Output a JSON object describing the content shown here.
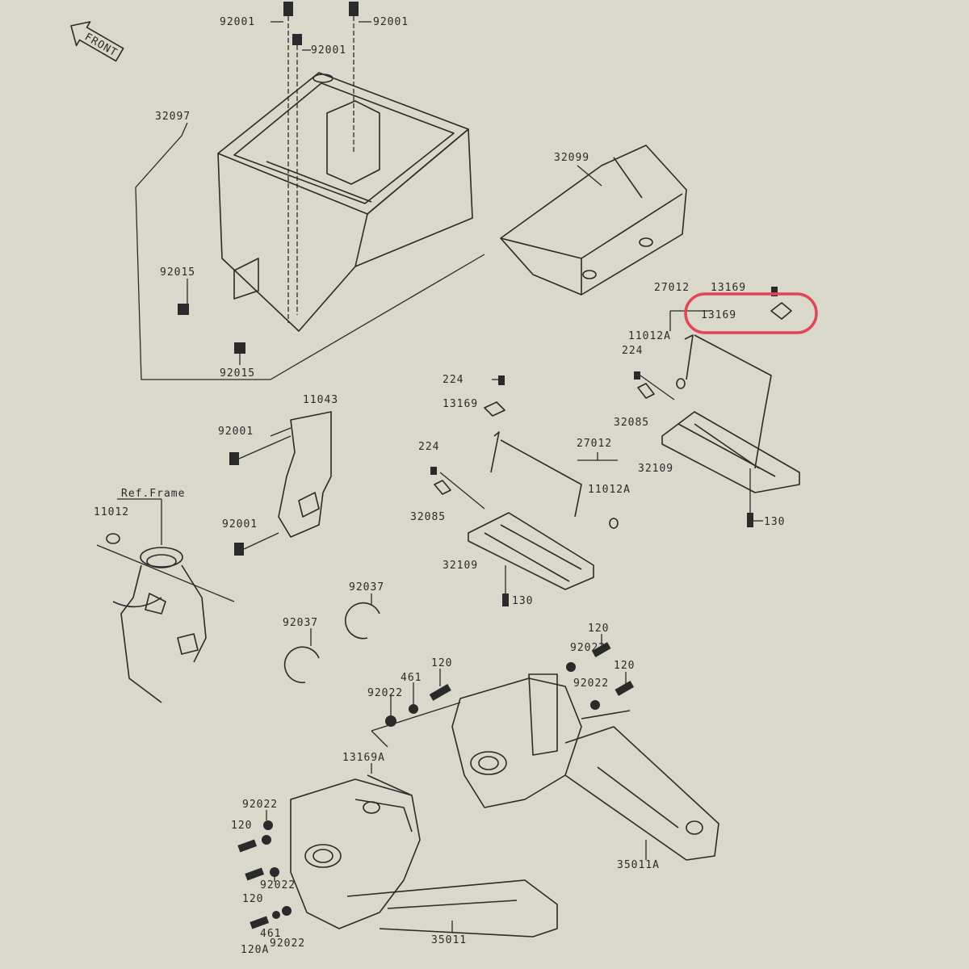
{
  "front_label": "FRONT",
  "ref_frame_label": "Ref.Frame",
  "highlight_color": "#e0455a",
  "labels": {
    "l92001_a": "92001",
    "l92001_b": "92001",
    "l92001_c": "92001",
    "l32097": "32097",
    "l92015_a": "92015",
    "l92015_b": "92015",
    "l32099": "32099",
    "l27012_a": "27012",
    "l13169_top": "13169",
    "l13169_hl": "13169",
    "l11012A_a": "11012A",
    "l224_a": "224",
    "l32085_a": "32085",
    "l32109_a": "32109",
    "l130_a": "130",
    "l224_b": "224",
    "l13169_b": "13169",
    "l11043": "11043",
    "l92001_d": "92001",
    "l224_c": "224",
    "l27012_b": "27012",
    "l11012A_b": "11012A",
    "l32085_b": "32085",
    "l32109_b": "32109",
    "l130_b": "130",
    "l92001_e": "92001",
    "l11012": "11012",
    "l92037_a": "92037",
    "l92037_b": "92037",
    "l120_a": "120",
    "l92022_a": "92022",
    "l120_b": "120",
    "l92022_b": "92022",
    "l461_a": "461",
    "l120_c": "120",
    "l92022_c": "92022",
    "l13169A": "13169A",
    "l92022_d": "92022",
    "l120_d": "120",
    "l120_e": "120",
    "l92022_e": "92022",
    "l461_b": "461",
    "l120A": "120A",
    "l92022_f": "92022",
    "l35011A": "35011A",
    "l35011": "35011"
  }
}
